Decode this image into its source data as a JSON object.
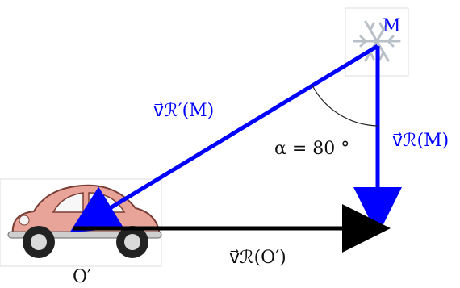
{
  "labels": {
    "point_m": "M",
    "origin": "O′",
    "vec_rprime_m": "v⃗ℛ′(M)",
    "vec_r_m": "v⃗ℛ(M)",
    "vec_r_o": "v⃗ℛ(O′)",
    "angle": "α = 80 °"
  },
  "colors": {
    "blue_vector": "#0000ff",
    "black_vector": "#000000",
    "angle_arc": "#222222",
    "blue_text": "#0000ff",
    "black_text": "#111111"
  },
  "icons": {
    "snowflake": "snowflake-icon",
    "car": "car-icon"
  }
}
